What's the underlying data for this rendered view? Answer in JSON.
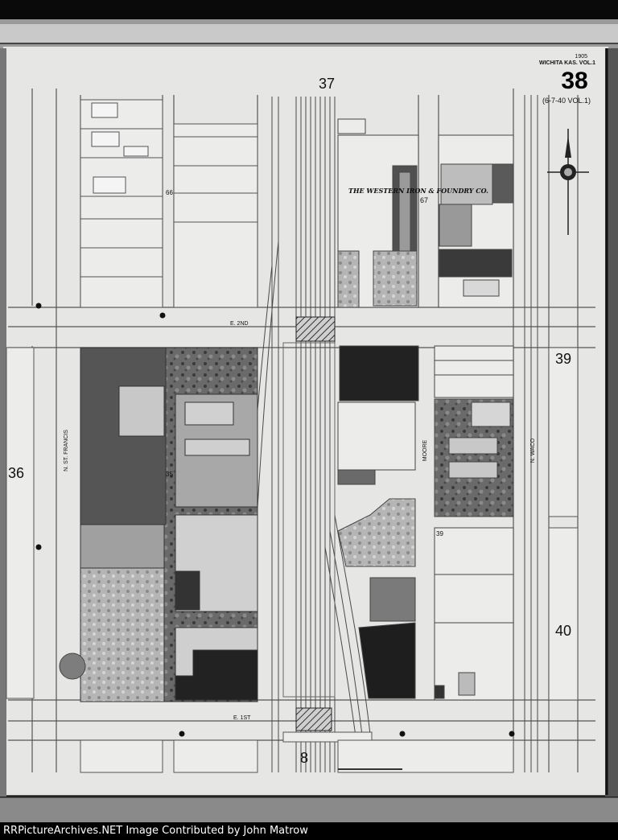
{
  "map": {
    "sheet_number": "38",
    "sheet_header": "WICHITA KAS. VOL.1",
    "sheet_year": "1905",
    "volume_note": "(6-7-40 VOL.1)",
    "adjacent_sheets": {
      "top": "37",
      "left": "36",
      "right_upper": "39",
      "right_lower": "40",
      "bottom": "8"
    },
    "business_label": "THE WESTERN IRON & FOUNDRY CO.",
    "building_number": "67",
    "block_numbers": [
      "66",
      "35",
      "39"
    ],
    "street_labels": {
      "left_avenue": "N. ST. FRANCIS",
      "middle_avenue": "MOORE",
      "right_avenue": "N. WACO",
      "cross_street_upper": "E. 2ND",
      "cross_street_lower": "E. 1ST"
    },
    "compass_icon": "compass-rose-icon"
  },
  "footer": {
    "credit": "RRPictureArchives.NET Image Contributed by John Matrow"
  }
}
